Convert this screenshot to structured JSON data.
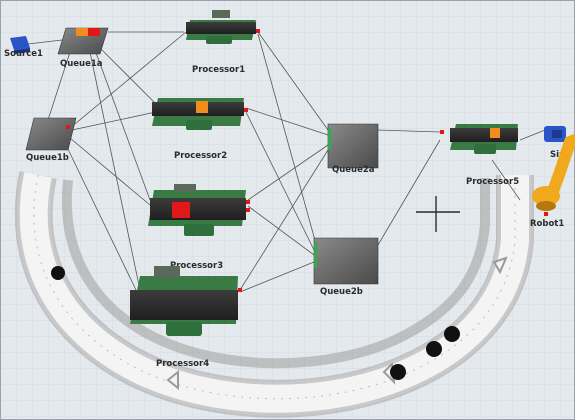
{
  "labels": {
    "source1": "Source1",
    "queue1a": "Queue1a",
    "queue1b": "Queue1b",
    "processor1": "Processor1",
    "processor2": "Processor2",
    "processor3": "Processor3",
    "processor4": "Processor4",
    "processor5": "Processor5",
    "queue2a": "Queue2a",
    "queue2b": "Queue2b",
    "robot1": "Robot1",
    "sink": "Sin"
  },
  "icons": {
    "source": "source-icon",
    "queue": "queue-icon",
    "processor": "processor-icon",
    "robot": "robot-arm-icon",
    "sink": "sink-icon",
    "conveyor": "curved-conveyor-icon",
    "crosshair": "crosshair-icon"
  },
  "colors": {
    "floor": "#e4e9ee",
    "grid": "#cfd7de",
    "connector": "#555555",
    "processor_base": "#2f6f3c",
    "processor_belt": "#2c2c2c",
    "queue_fill": "#6e6e6e",
    "item_orange": "#f28c1e",
    "item_red": "#e01818",
    "source_blue": "#2a55c9",
    "robot_orange": "#f0a81c",
    "conveyor_white": "#f3f3f3"
  }
}
